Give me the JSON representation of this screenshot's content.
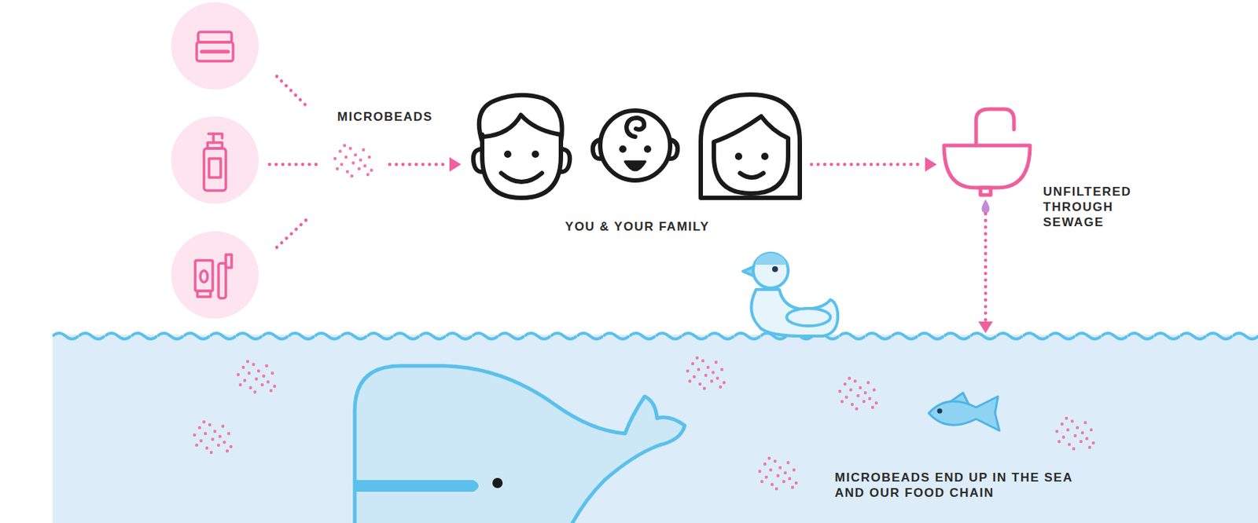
{
  "diagram": {
    "nodes": [
      {
        "text": [
          "YOU & YOUR FAMILY"
        ]
      },
      {
        "text": [
          "UNFILTERED THROUGH SEWAGE"
        ]
      },
      {
        "text": [
          "MICROBEADS END UP IN THE SEA AND OUR FOOD CHAIN"
        ]
      }
    ],
    "edges": [
      {
        "from": 0,
        "to": 1,
        "arrow": "to"
      },
      {
        "from": 1,
        "to": 2,
        "arrow": "to"
      }
    ],
    "labels": [
      "MICROBEADS"
    ]
  }
}
